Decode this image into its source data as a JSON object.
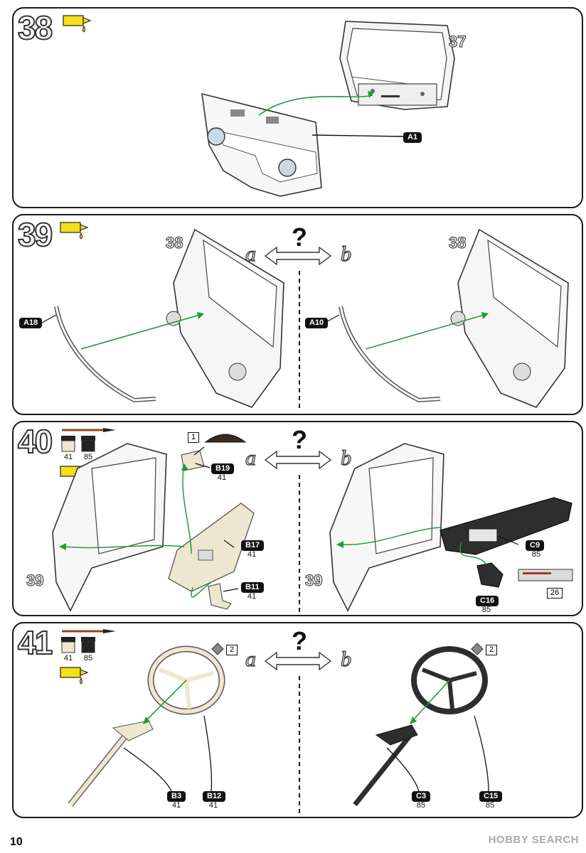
{
  "steps": [
    {
      "number": "38",
      "ref": "37",
      "parts": [
        "A1"
      ]
    },
    {
      "number": "39",
      "ref_a": "38",
      "ref_b": "38",
      "variant_a": "a",
      "variant_b": "b",
      "question": "?",
      "parts_a": [
        "A18"
      ],
      "parts_b": [
        "A10"
      ]
    },
    {
      "number": "40",
      "paints": [
        "41",
        "85"
      ],
      "ref_a": "39",
      "ref_b": "39",
      "variant_a": "a",
      "variant_b": "b",
      "question": "?",
      "parts_a": [
        {
          "id": "B19",
          "paint": "41"
        },
        {
          "id": "B17",
          "paint": "41"
        },
        {
          "id": "B11",
          "paint": "41"
        }
      ],
      "parts_b": [
        {
          "id": "C9",
          "paint": "85"
        },
        {
          "id": "C16",
          "paint": "85"
        }
      ],
      "decals_a": [
        "1"
      ],
      "decals_b": [
        "26"
      ]
    },
    {
      "number": "41",
      "paints": [
        "41",
        "85"
      ],
      "variant_a": "a",
      "variant_b": "b",
      "question": "?",
      "parts_a": [
        {
          "id": "B3",
          "paint": "41"
        },
        {
          "id": "B12",
          "paint": "41"
        }
      ],
      "parts_b": [
        {
          "id": "C3",
          "paint": "85"
        },
        {
          "id": "C15",
          "paint": "85"
        }
      ],
      "decals_a": [
        "2"
      ],
      "decals_b": [
        "2"
      ]
    }
  ],
  "page_number": "10",
  "watermark": "HOBBY SEARCH",
  "colors": {
    "glue": "#f4df19",
    "green_arrow": "#1f9c3a",
    "part_cream": "#efe6cf",
    "part_dark": "#2e2e2e"
  }
}
